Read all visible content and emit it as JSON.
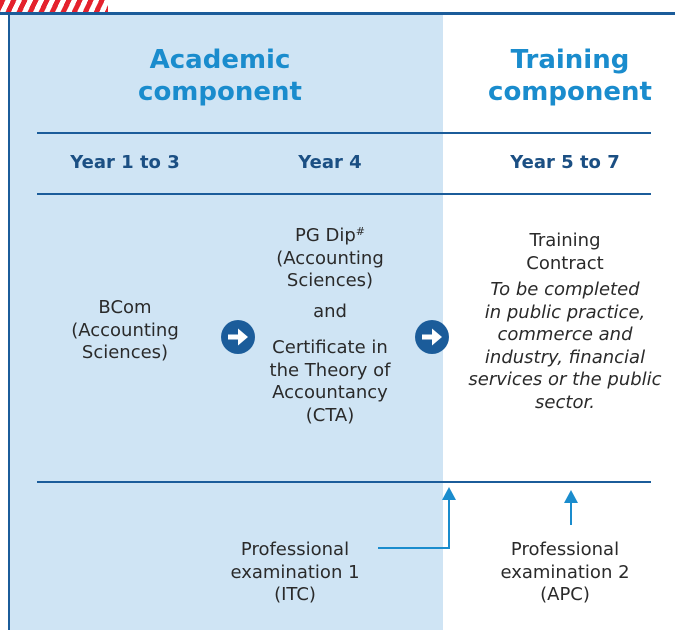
{
  "headings": {
    "academic": "Academic component",
    "training": "Training component"
  },
  "years": {
    "y1": "Year 1 to 3",
    "y2": "Year 4",
    "y3": "Year 5 to 7"
  },
  "bcom": {
    "line1": "BCom",
    "line2": "(Accounting",
    "line3": "Sciences)"
  },
  "pgdip": {
    "line1": "PG Dip",
    "sup": "#",
    "line2": "(Accounting",
    "line3": "Sciences)",
    "and": "and",
    "cert1": "Certificate in",
    "cert2": "the Theory of",
    "cert3": "Accountancy",
    "cert4": "(CTA)"
  },
  "training": {
    "title1": "Training",
    "title2": "Contract",
    "note1": "To be completed",
    "note2": "in public practice,",
    "note3": "commerce and",
    "note4": "industry, financial",
    "note5": "services or the public",
    "note6": "sector."
  },
  "exam1": {
    "line1": "Professional",
    "line2": "examination 1",
    "line3": "(ITC)"
  },
  "exam2": {
    "line1": "Professional",
    "line2": "examination 2",
    "line3": "(APC)"
  },
  "colors": {
    "accent_blue": "#1a8ccd",
    "navy": "#1b4f83",
    "panel_light_blue": "#cfe4f4",
    "stripe_red": "#e4222d"
  }
}
